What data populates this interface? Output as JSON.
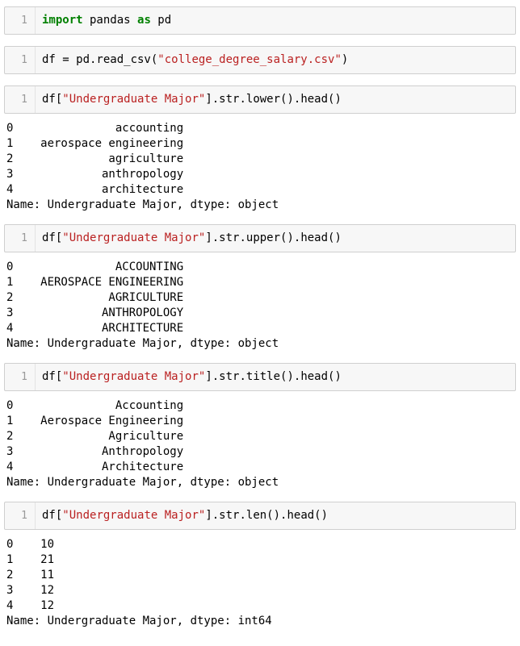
{
  "cells": [
    {
      "gutter": "1",
      "segments": [
        {
          "t": "import",
          "c": "kw"
        },
        {
          "t": " pandas ",
          "c": "plain"
        },
        {
          "t": "as",
          "c": "kw"
        },
        {
          "t": " pd",
          "c": "plain"
        }
      ]
    },
    {
      "gutter": "1",
      "segments": [
        {
          "t": "df = pd.read_csv(",
          "c": "plain"
        },
        {
          "t": "\"college_degree_salary.csv\"",
          "c": "str"
        },
        {
          "t": ")",
          "c": "plain"
        }
      ]
    },
    {
      "gutter": "1",
      "segments": [
        {
          "t": "df[",
          "c": "plain"
        },
        {
          "t": "\"Undergraduate Major\"",
          "c": "str"
        },
        {
          "t": "].str.lower().head()",
          "c": "plain"
        }
      ],
      "output": "0               accounting\n1    aerospace engineering\n2              agriculture\n3             anthropology\n4             architecture\nName: Undergraduate Major, dtype: object"
    },
    {
      "gutter": "1",
      "segments": [
        {
          "t": "df[",
          "c": "plain"
        },
        {
          "t": "\"Undergraduate Major\"",
          "c": "str"
        },
        {
          "t": "].str.upper().head()",
          "c": "plain"
        }
      ],
      "output": "0               ACCOUNTING\n1    AEROSPACE ENGINEERING\n2              AGRICULTURE\n3             ANTHROPOLOGY\n4             ARCHITECTURE\nName: Undergraduate Major, dtype: object"
    },
    {
      "gutter": "1",
      "segments": [
        {
          "t": "df[",
          "c": "plain"
        },
        {
          "t": "\"Undergraduate Major\"",
          "c": "str"
        },
        {
          "t": "].str.title().head()",
          "c": "plain"
        }
      ],
      "output": "0               Accounting\n1    Aerospace Engineering\n2              Agriculture\n3             Anthropology\n4             Architecture\nName: Undergraduate Major, dtype: object"
    },
    {
      "gutter": "1",
      "segments": [
        {
          "t": "df[",
          "c": "plain"
        },
        {
          "t": "\"Undergraduate Major\"",
          "c": "str"
        },
        {
          "t": "].str.len().head()",
          "c": "plain"
        }
      ],
      "output": "0    10\n1    21\n2    11\n3    12\n4    12\nName: Undergraduate Major, dtype: int64"
    }
  ]
}
